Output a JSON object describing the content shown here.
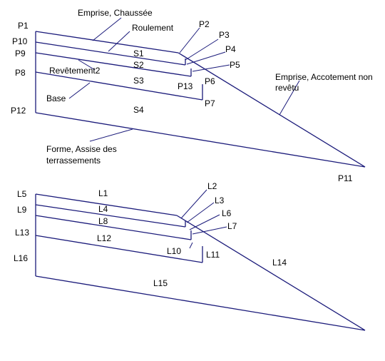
{
  "colors": {
    "line": "#1a1a7a",
    "leader": "#1a1a7a",
    "text": "#000000",
    "background": "#ffffff"
  },
  "top": {
    "points": {
      "p1": "P1",
      "p2": "P2",
      "p3": "P3",
      "p4": "P4",
      "p5": "P5",
      "p6": "P6",
      "p7": "P7",
      "p8": "P8",
      "p9": "P9",
      "p10": "P10",
      "p11": "P11",
      "p12": "P12",
      "p13": "P13"
    },
    "surfaces": {
      "s1": "S1",
      "s2": "S2",
      "s3": "S3",
      "s4": "S4"
    },
    "annotations": {
      "emprise_chaussee": "Emprise, Chaussée",
      "roulement": "Roulement",
      "revetement2": "Revêtement2",
      "base": "Base",
      "accotement_line1": "Emprise, Accotement non",
      "accotement_line2": "revêtu",
      "forme_line1": "Forme, Assise des",
      "forme_line2": "terrassements"
    }
  },
  "bottom": {
    "lines": {
      "l1": "L1",
      "l2": "L2",
      "l3": "L3",
      "l4": "L4",
      "l5": "L5",
      "l6": "L6",
      "l7": "L7",
      "l8": "L8",
      "l9": "L9",
      "l10": "L10",
      "l11": "L11",
      "l12": "L12",
      "l13": "L13",
      "l14": "L14",
      "l15": "L15",
      "l16": "L16"
    }
  }
}
